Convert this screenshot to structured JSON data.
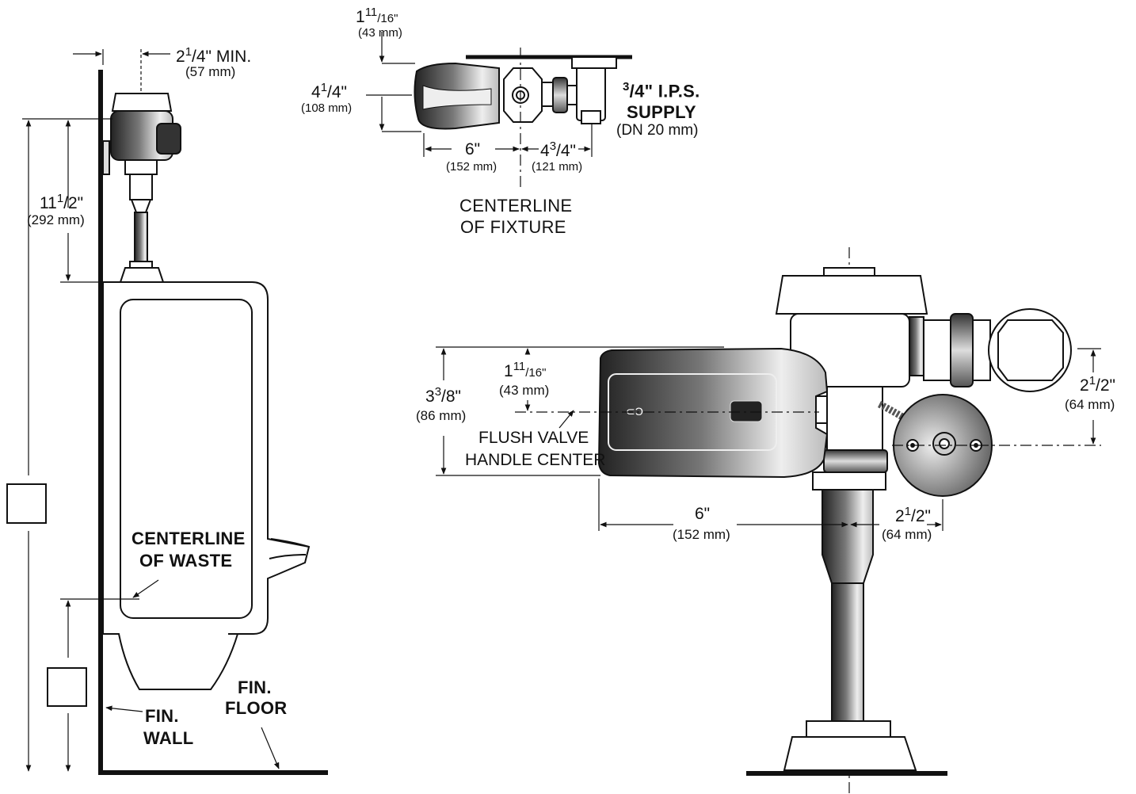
{
  "side_view": {
    "dim_min_a": "2",
    "dim_min_b": "1",
    "dim_min_c": "/4\"  MIN.",
    "dim_min_mm": "(57  mm)",
    "dim_height_a": "11",
    "dim_height_b": "1",
    "dim_height_c": "/2\"",
    "dim_height_mm": "(292  mm)",
    "waste_line1": "CENTERLINE",
    "waste_line2": "OF  WASTE",
    "wall_line1": "FIN.",
    "wall_line2": "WALL",
    "floor_line1": "FIN.",
    "floor_line2": "FLOOR"
  },
  "top_view": {
    "dim_top_a": "1",
    "dim_top_b": "11",
    "dim_top_c": "/16\"",
    "dim_top_mm": "(43 mm)",
    "dim_depth_a": "4",
    "dim_depth_b": "1",
    "dim_depth_c": "/4\"",
    "dim_depth_mm": "(108 mm)",
    "supply_a": "3",
    "supply_b": "/4\"  I.P.S.",
    "supply_line2": "SUPPLY",
    "supply_line3": "(DN  20  mm)",
    "dim_left": "6\"",
    "dim_left_mm": "(152 mm)",
    "dim_right_a": "4",
    "dim_right_b": "3",
    "dim_right_c": "/4\"",
    "dim_right_mm": "(121 mm)",
    "fixture_line1": "CENTERLINE",
    "fixture_line2": "OF  FIXTURE"
  },
  "front_view": {
    "dim_body_a": "3",
    "dim_body_b": "3",
    "dim_body_c": "/8\"",
    "dim_body_mm": "(86 mm)",
    "dim_handle_a": "1",
    "dim_handle_b": "11",
    "dim_handle_c": "/16\"",
    "dim_handle_mm": "(43 mm)",
    "handle_line1": "FLUSH VALVE",
    "handle_line2": "HANDLE CENTER",
    "dim_offset_a": "2",
    "dim_offset_b": "1",
    "dim_offset_c": "/2\"",
    "dim_offset_mm": "(64 mm)",
    "dim_width": "6\"",
    "dim_width_mm": "(152 mm)",
    "dim_wall_a": "2",
    "dim_wall_b": "1",
    "dim_wall_c": "/2\"",
    "dim_wall_mm": "(64 mm)"
  }
}
